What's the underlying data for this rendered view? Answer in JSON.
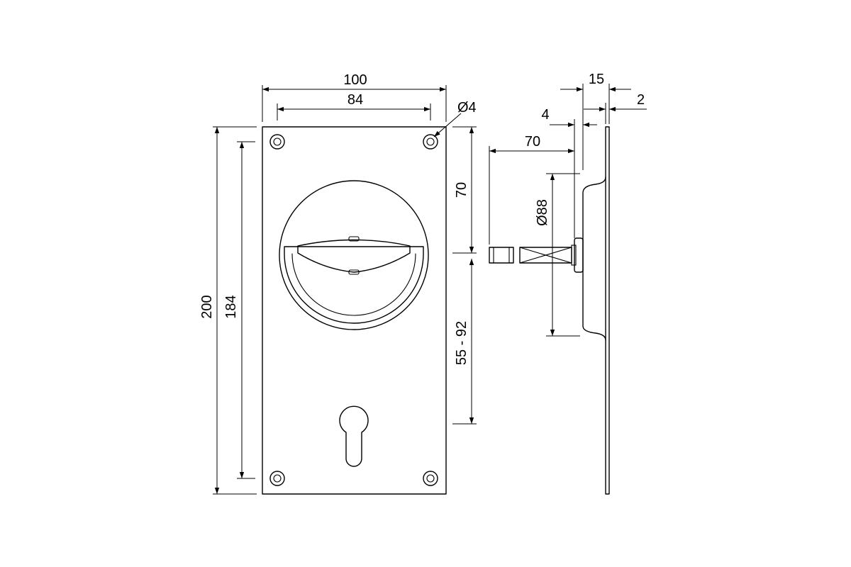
{
  "dimensions": {
    "plate_width": "100",
    "hole_spacing_width": "84",
    "hole_diameter": "Ø4",
    "plate_height": "200",
    "hole_spacing_height": "184",
    "top_to_spindle": "70",
    "spindle_to_cylinder": "55 - 92",
    "overall_depth": "15",
    "plate_thickness": "2",
    "plate_offset": "4",
    "spindle_length": "70",
    "recess_diameter": "Ø88"
  },
  "colors": {
    "line": "#000000",
    "background": "#ffffff"
  }
}
